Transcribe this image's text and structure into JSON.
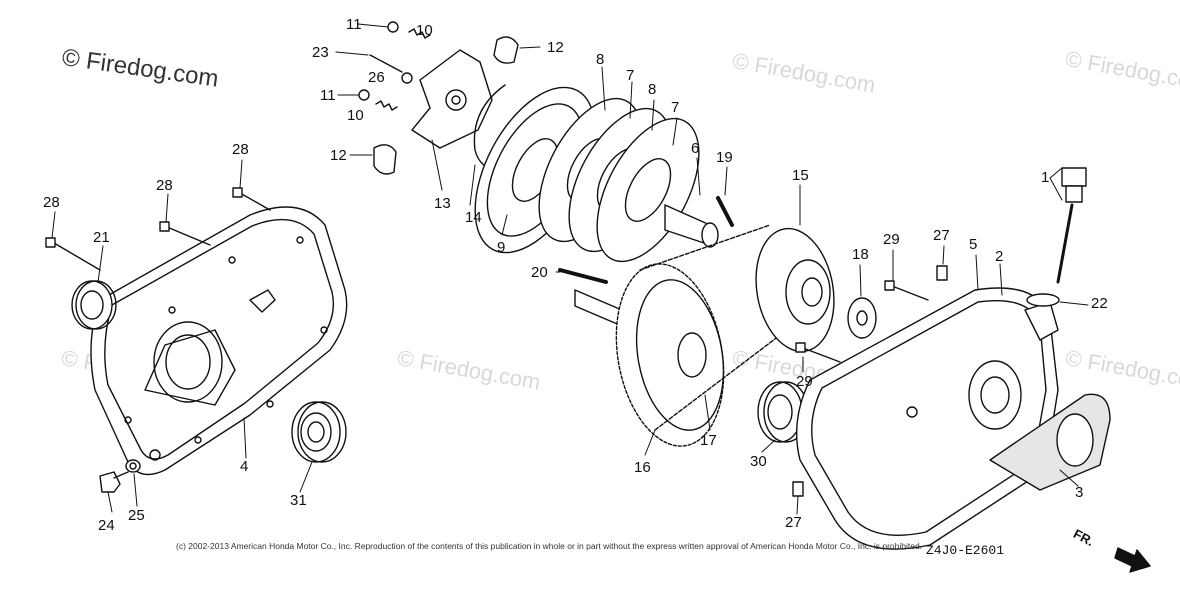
{
  "watermarks": [
    {
      "text": "© Firedog.com",
      "big": true
    },
    {
      "text": "© Firedog.com",
      "big": false
    },
    {
      "text": "© Firedog.com",
      "big": false
    },
    {
      "text": "© Firedog.com",
      "big": false
    },
    {
      "text": "© Firedog.com",
      "big": false
    },
    {
      "text": "© Firedog.com",
      "big": false
    },
    {
      "text": "© Firedog.com",
      "big": false
    }
  ],
  "callouts": [
    "11",
    "10",
    "23",
    "12",
    "26",
    "11",
    "10",
    "12",
    "13",
    "14",
    "9",
    "8",
    "7",
    "8",
    "7",
    "6",
    "19",
    "15",
    "20",
    "28",
    "28",
    "28",
    "21",
    "1",
    "27",
    "5",
    "2",
    "29",
    "18",
    "22",
    "29",
    "30",
    "16",
    "17",
    "4",
    "31",
    "24",
    "25",
    "27",
    "3"
  ],
  "footer": {
    "copyright": "(c) 2002-2013 American Honda Motor Co., Inc. Reproduction of the contents of this publication in whole or in part without the express written approval of American Honda Motor Co., Inc. is prohibited.",
    "figure_code": "Z4J0-E2601",
    "direction_label": "FR."
  },
  "colors": {
    "line": "#111111",
    "watermark": "#d8d8d8",
    "gasket_fill": "#e6e6e6"
  },
  "icons": [
    "front-direction-arrow-icon"
  ]
}
